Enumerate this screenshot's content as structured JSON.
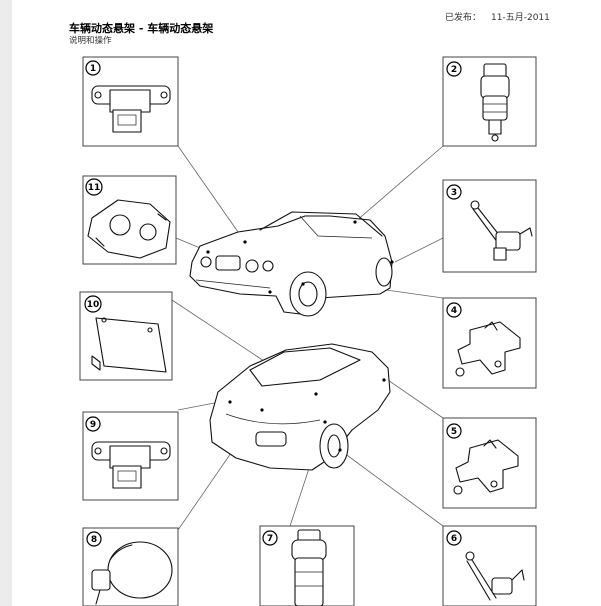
{
  "header": {
    "published_label": "已发布：",
    "published_date": "11-五月-2011",
    "title": "车辆动态悬架 - 车辆动态悬架",
    "subtitle": "说明和操作"
  },
  "callouts": [
    {
      "label": "1"
    },
    {
      "label": "2"
    },
    {
      "label": "3"
    },
    {
      "label": "4"
    },
    {
      "label": "5"
    },
    {
      "label": "6"
    },
    {
      "label": "7"
    },
    {
      "label": "8"
    },
    {
      "label": "9"
    },
    {
      "label": "10"
    },
    {
      "label": "11"
    }
  ]
}
